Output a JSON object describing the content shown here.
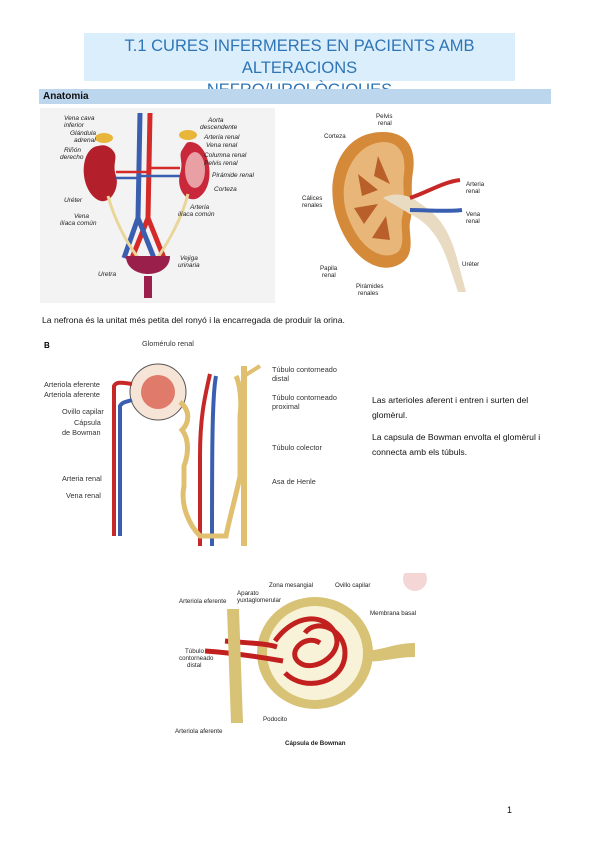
{
  "title": {
    "line1": "T.1 CURES INFERMERES EN PACIENTS AMB ALTERACIONS",
    "line2": "NEFRO/UROLÒGIQUES"
  },
  "section": "Anatomia",
  "figure1": {
    "left_labels": [
      "Vena cava",
      "inferior",
      "Glándula",
      "adrenal",
      "Riñón",
      "derecho",
      "Uréter",
      "Vena",
      "ilíaca común",
      "Uretra"
    ],
    "right_labels": [
      "Aorta",
      "descendente",
      "Arteria renal",
      "Vena renal",
      "Columna renal",
      "Pelvis renal",
      "Pirámide renal",
      "Corteza",
      "Arteria",
      "ilíaca común",
      "Vejiga",
      "urinaria"
    ]
  },
  "figure2": {
    "labels": [
      "Pelvis",
      "renal",
      "Corteza",
      "Arteria",
      "renal",
      "Cálices",
      "renales",
      "Vena",
      "renal",
      "Papila",
      "renal",
      "Pirámides",
      "renales",
      "Uréter"
    ]
  },
  "para1": "La nefrona és la unitat més petita del ronyó i la encarregada de produir la orina.",
  "figure3": {
    "letter": "B",
    "labels": [
      "Glomérulo renal",
      "Arteriola eferente",
      "Arteriola aferente",
      "Ovillo capilar",
      "Cápsula",
      "de Bowman",
      "Arteria renal",
      "Vena renal",
      "Túbulo contorneado",
      "distal",
      "Túbulo contorneado",
      "proximal",
      "Túbulo colector",
      "Asa de Henle"
    ]
  },
  "para2": "Las arterioles aferent i entren i surten del glomèrul.",
  "para3": "La capsula de Bowman envolta el glomèrul i connecta amb els túbuls.",
  "figure4": {
    "labels": [
      "Zona mesangial",
      "Ovillo capilar",
      "Arteriola eferente",
      "Aparato",
      "yuxtaglomerular",
      "Membrana basal",
      "Túbulo",
      "contorneado",
      "distal",
      "Podocito",
      "Arteriola aferente",
      "Cápsula de Bowman"
    ]
  },
  "page_number": "1",
  "colors": {
    "title_text": "#2e75b6",
    "title_bg": "#dbeefb",
    "section_bg": "#bcd6ee",
    "artery": "#d42a2a",
    "vein": "#3b5fb0"
  }
}
